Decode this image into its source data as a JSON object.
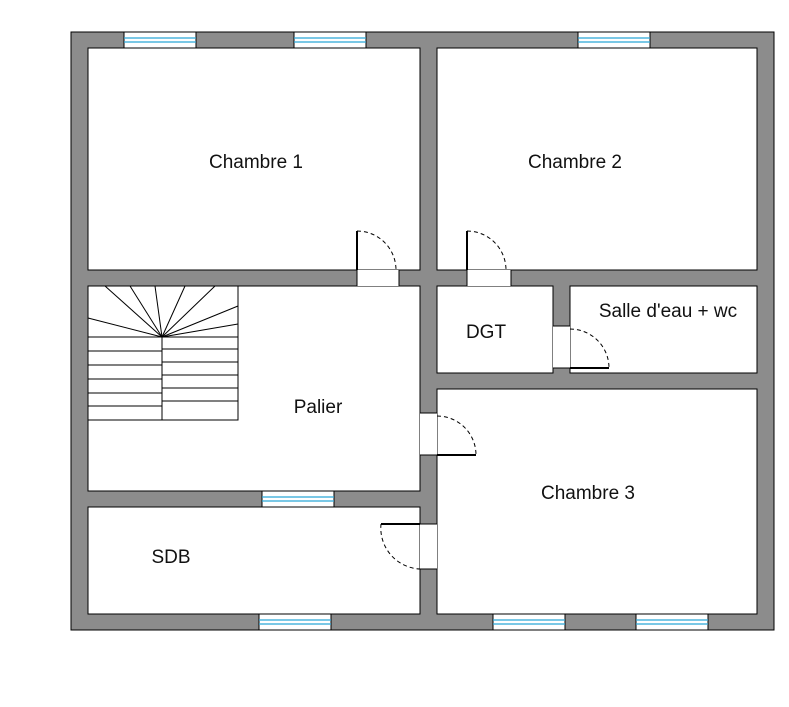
{
  "rooms": {
    "chambre1": "Chambre 1",
    "chambre2": "Chambre 2",
    "chambre3": "Chambre 3",
    "palier": "Palier",
    "dgt": "DGT",
    "salle_eau": "Salle d'eau + wc",
    "sdb": "SDB"
  },
  "colors": {
    "wall": "#8c8c8c",
    "window": "#2aa7d8",
    "background": "#ffffff"
  }
}
